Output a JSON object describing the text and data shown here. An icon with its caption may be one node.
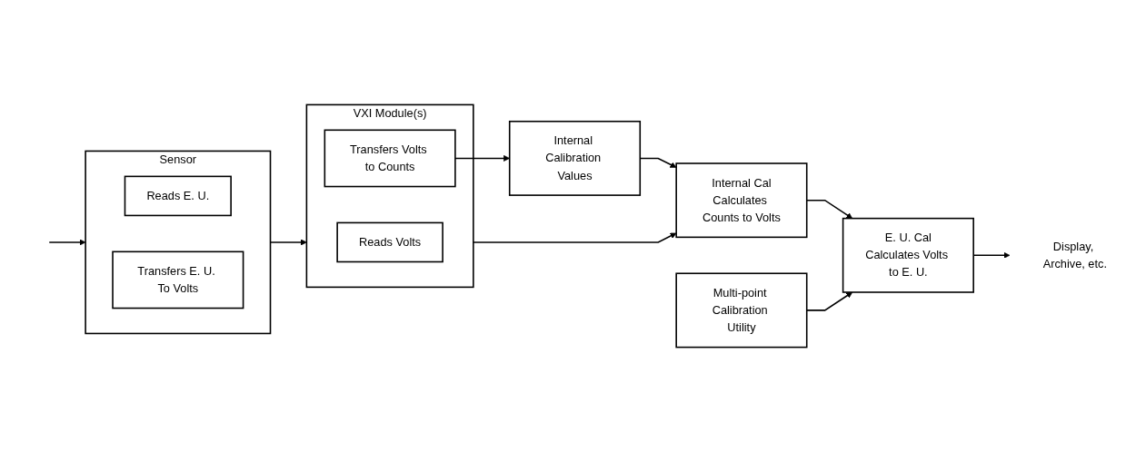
{
  "diagram": {
    "nodes": [
      {
        "text": [
          "Sensor"
        ]
      },
      {
        "text": [
          "Reads E. U."
        ],
        "in": 0
      },
      {
        "text": [
          "Transfers E. U. To Volts"
        ],
        "in": 0
      },
      {
        "text": [
          "VXI Module(s)"
        ]
      },
      {
        "text": [
          "Reads Volts"
        ],
        "in": 3
      },
      {
        "text": [
          "Transfers Volts to Counts"
        ],
        "in": 3
      },
      {
        "text": [
          "Internal Cal",
          "Calculates Counts to Volts"
        ]
      },
      {
        "text": [
          "E. U. Cal",
          "Calculates Volts to E. U."
        ]
      },
      {
        "text": [
          "Display, Archive, etc."
        ]
      },
      {
        "text": [
          "Internal Calibration Values"
        ]
      },
      {
        "text": [
          "Multi-point Calibration Utility"
        ]
      }
    ],
    "edges": [
      {
        "from": null,
        "to": 0,
        "arrow": "to"
      },
      {
        "from": 0,
        "to": 3,
        "arrow": "to"
      },
      {
        "from": 3,
        "to": 6,
        "arrow": "to"
      },
      {
        "from": 6,
        "to": 7,
        "arrow": "to"
      },
      {
        "from": 7,
        "to": 8,
        "arrow": "to"
      },
      {
        "from": 5,
        "to": 9,
        "arrow": "to"
      },
      {
        "from": 9,
        "to": 6,
        "arrow": "to"
      },
      {
        "from": 10,
        "to": 7,
        "arrow": "to"
      }
    ]
  }
}
